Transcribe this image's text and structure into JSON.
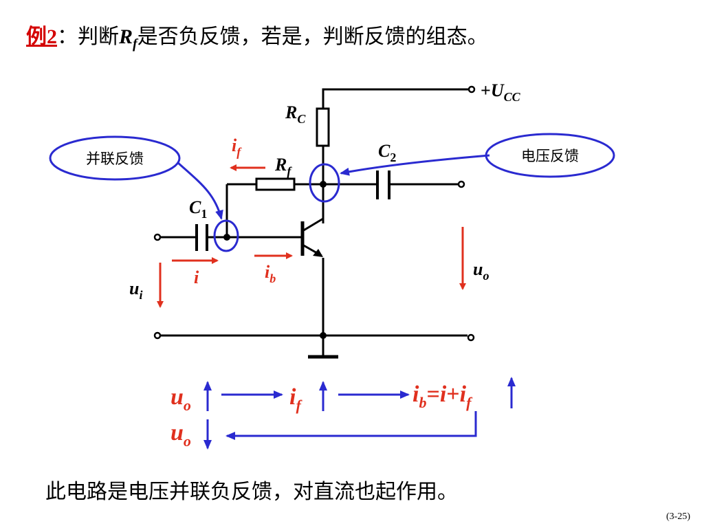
{
  "title": {
    "example": "例2",
    "before": "：判断",
    "rf_main": "R",
    "rf_sub": "f",
    "after": "是否负反馈，若是，判断反馈的组态。"
  },
  "circuit": {
    "supply": {
      "sign": "+",
      "main": "U",
      "sub": "CC"
    },
    "rc": {
      "main": "R",
      "sub": "C"
    },
    "rf": {
      "main": "R",
      "sub": "f"
    },
    "c1": {
      "main": "C",
      "sub": "1"
    },
    "c2": {
      "main": "C",
      "sub": "2"
    },
    "if_label": {
      "main": "i",
      "sub": "f"
    },
    "i_label": "i",
    "ib_label": {
      "main": "i",
      "sub": "b"
    },
    "ui_label": {
      "main": "u",
      "sub": "i"
    },
    "uo_label": {
      "main": "u",
      "sub": "o"
    }
  },
  "callouts": {
    "parallel": "并联反馈",
    "voltage": "电压反馈"
  },
  "derivation": {
    "uo": {
      "main": "u",
      "sub": "o"
    },
    "if": {
      "main": "i",
      "sub": "f"
    },
    "ib_eq": {
      "ib_main": "i",
      "ib_sub": "b",
      "eq": "=",
      "i": "i",
      "plus": "+",
      "if_main": "i",
      "if_sub": "f"
    },
    "uo2": {
      "main": "u",
      "sub": "o"
    }
  },
  "conclusion": "此电路是电压并联负反馈，对直流也起作用。",
  "page_number": "(3-25)",
  "colors": {
    "red": "#e0301e",
    "blue": "#2a2ad0",
    "black": "#000000"
  }
}
